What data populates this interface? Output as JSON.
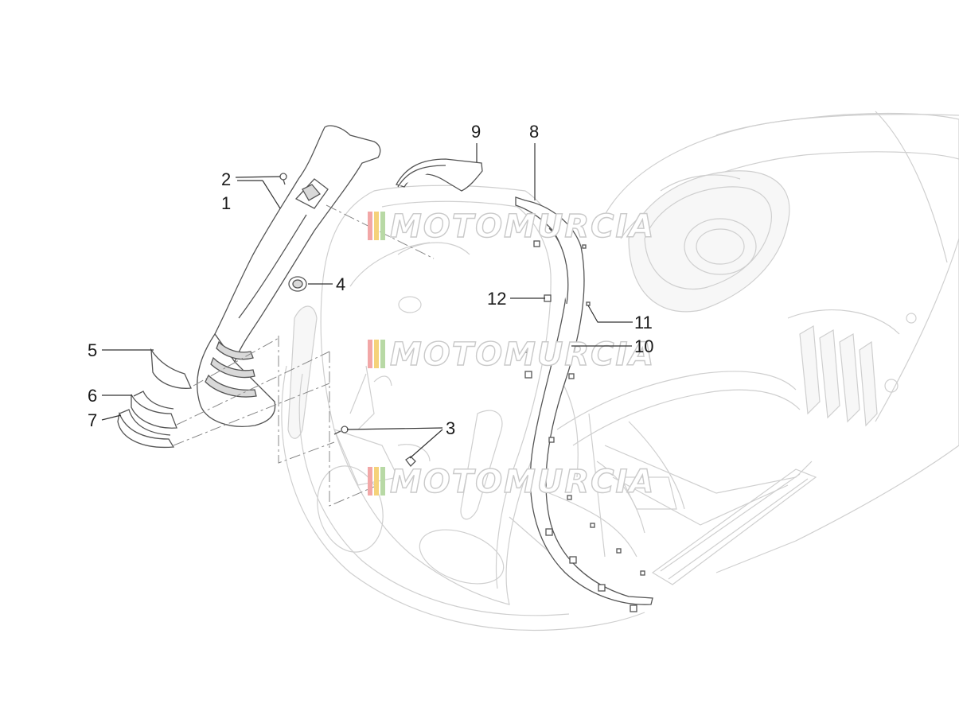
{
  "watermark": {
    "text": "MOTOMURCIA",
    "stripe_colors": [
      "#f2a7a7",
      "#f5d27a",
      "#b8d9a5"
    ]
  },
  "callouts": [
    {
      "id": "1",
      "label": "1"
    },
    {
      "id": "2",
      "label": "2"
    },
    {
      "id": "3",
      "label": "3"
    },
    {
      "id": "4",
      "label": "4"
    },
    {
      "id": "5",
      "label": "5"
    },
    {
      "id": "6",
      "label": "6"
    },
    {
      "id": "7",
      "label": "7"
    },
    {
      "id": "8",
      "label": "8"
    },
    {
      "id": "9",
      "label": "9"
    },
    {
      "id": "10",
      "label": "10"
    },
    {
      "id": "11",
      "label": "11"
    },
    {
      "id": "12",
      "label": "12"
    }
  ]
}
